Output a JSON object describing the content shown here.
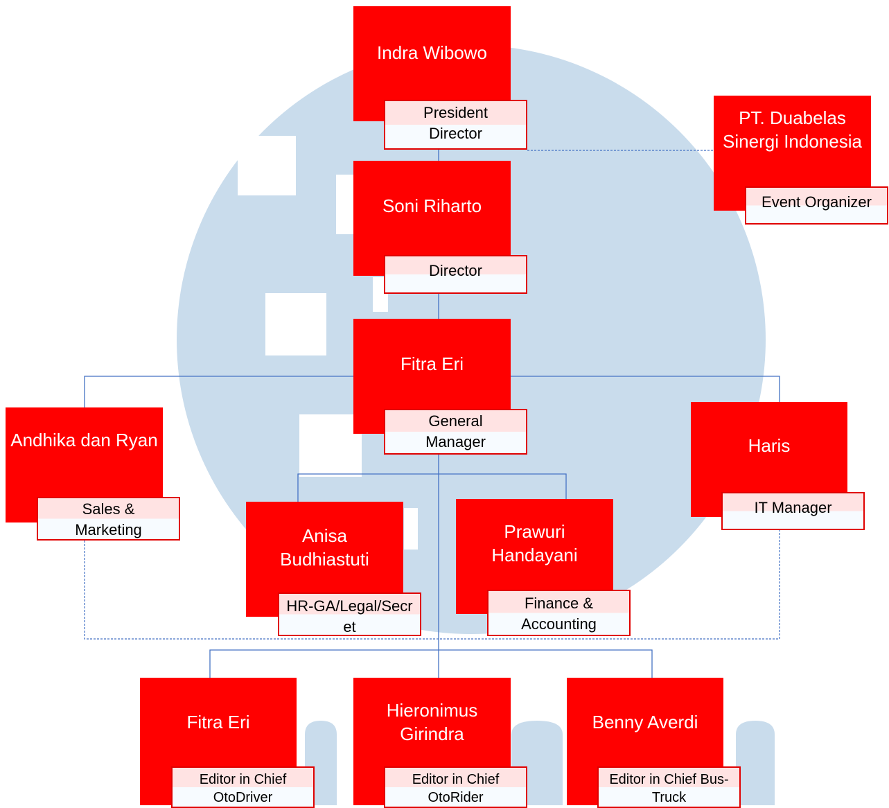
{
  "colors": {
    "node_fill": "#ff0000",
    "role_border": "#e00000",
    "connector": "#4472c4",
    "watermark": "#c9dcec"
  },
  "nodes": {
    "president": {
      "name": "Indra Wibowo",
      "role": "President Director"
    },
    "partner": {
      "name": "PT. Duabelas Sinergi Indonesia",
      "role": "Event Organizer"
    },
    "director": {
      "name": "Soni Riharto",
      "role": "Director"
    },
    "gm": {
      "name": "Fitra Eri",
      "role": "General Manager"
    },
    "sales": {
      "name": "Andhika dan Ryan",
      "role": "Sales & Marketing"
    },
    "it": {
      "name": "Haris",
      "role": "IT Manager"
    },
    "hr": {
      "name": "Anisa Budhiastuti",
      "role": "HR-GA/Legal/Secret"
    },
    "finance": {
      "name": "Prawuri Handayani",
      "role": "Finance & Accounting"
    },
    "editor1": {
      "name": "Fitra Eri",
      "role": "Editor in Chief OtoDriver"
    },
    "editor2": {
      "name": "Hieronimus Girindra",
      "role": "Editor in Chief OtoRider"
    },
    "editor3": {
      "name": "Benny Averdi",
      "role": "Editor in Chief Bus-Truck"
    }
  }
}
